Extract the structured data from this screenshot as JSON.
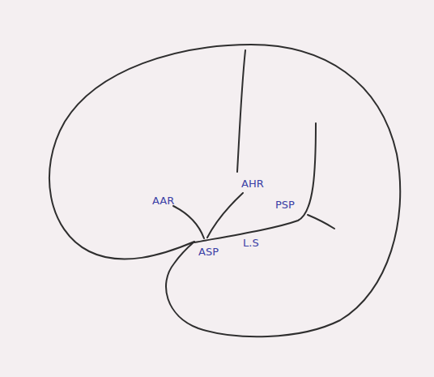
{
  "diagram": {
    "labels": [
      "AAR",
      "AHR",
      "ASP",
      "L.S",
      "PSP"
    ]
  }
}
